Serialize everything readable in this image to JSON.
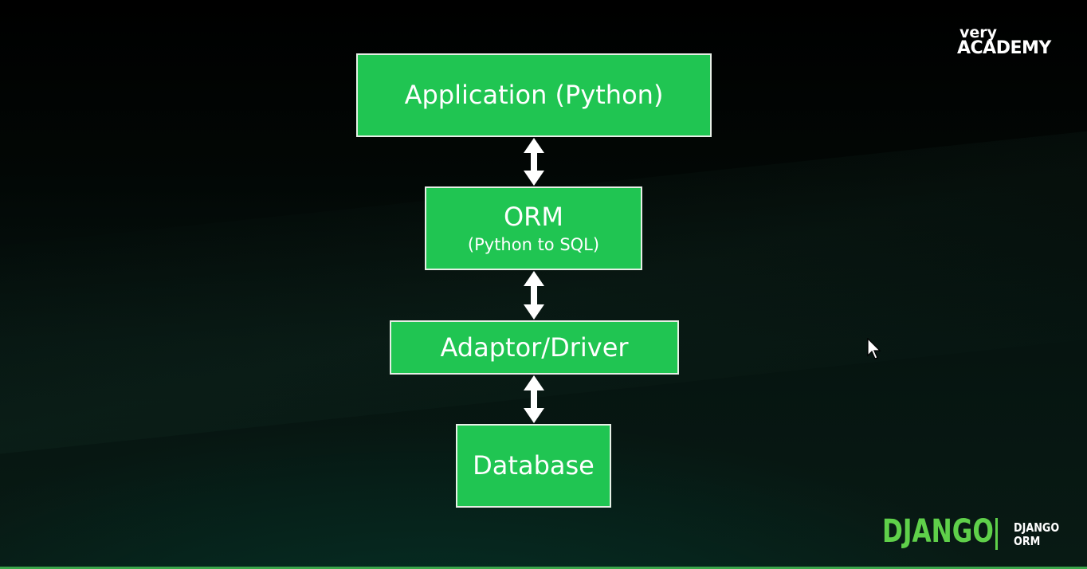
{
  "diagram": {
    "boxes": {
      "application": {
        "title": "Application (Python)"
      },
      "orm": {
        "title": "ORM",
        "subtitle": "(Python to SQL)"
      },
      "adaptor": {
        "title": "Adaptor/Driver"
      },
      "database": {
        "title": "Database"
      }
    },
    "box_color": "#20c552",
    "arrow_color": "#ffffff"
  },
  "branding": {
    "very": "very",
    "academy": "ACADEMY",
    "django_logo": "DJANGO",
    "course_line1": "DJANGO",
    "course_line2": "ORM",
    "accent_color": "#5fd04a"
  },
  "icons": {
    "arrows": "double-headed-vertical-arrow",
    "cursor": "mouse-pointer-icon"
  }
}
